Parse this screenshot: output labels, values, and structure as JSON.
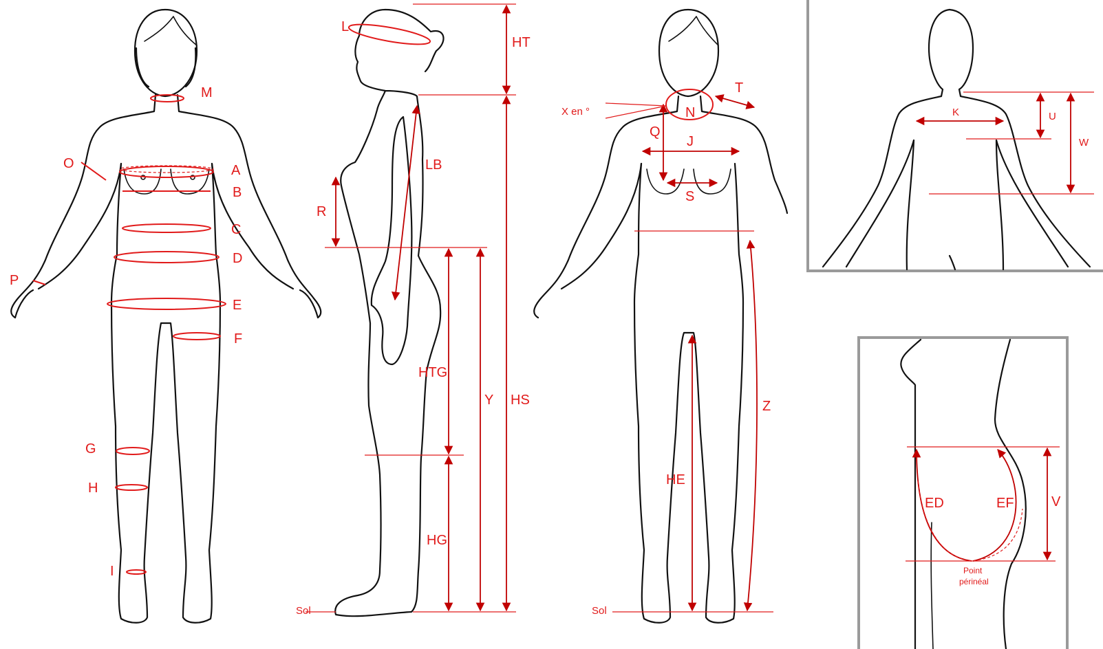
{
  "front_view": {
    "labels": [
      "M",
      "O",
      "A",
      "B",
      "C",
      "D",
      "E",
      "F",
      "P",
      "G",
      "H",
      "I"
    ]
  },
  "side_view": {
    "labels": [
      "L",
      "HT",
      "LB",
      "R",
      "HTG",
      "Y",
      "HS",
      "HG",
      "Sol"
    ]
  },
  "measures_view": {
    "labels": [
      "X en °",
      "T",
      "N",
      "Q",
      "J",
      "S",
      "Z",
      "HE",
      "Sol"
    ]
  },
  "back_inset": {
    "labels": [
      "K",
      "U",
      "W"
    ]
  },
  "crotch_inset": {
    "labels": [
      "ED",
      "EF",
      "V",
      "Point",
      "périnéal"
    ]
  },
  "colors": {
    "measure": "#e11a1a",
    "arrow": "#c00000",
    "outline": "#111111",
    "frame": "#9a9a9a"
  }
}
